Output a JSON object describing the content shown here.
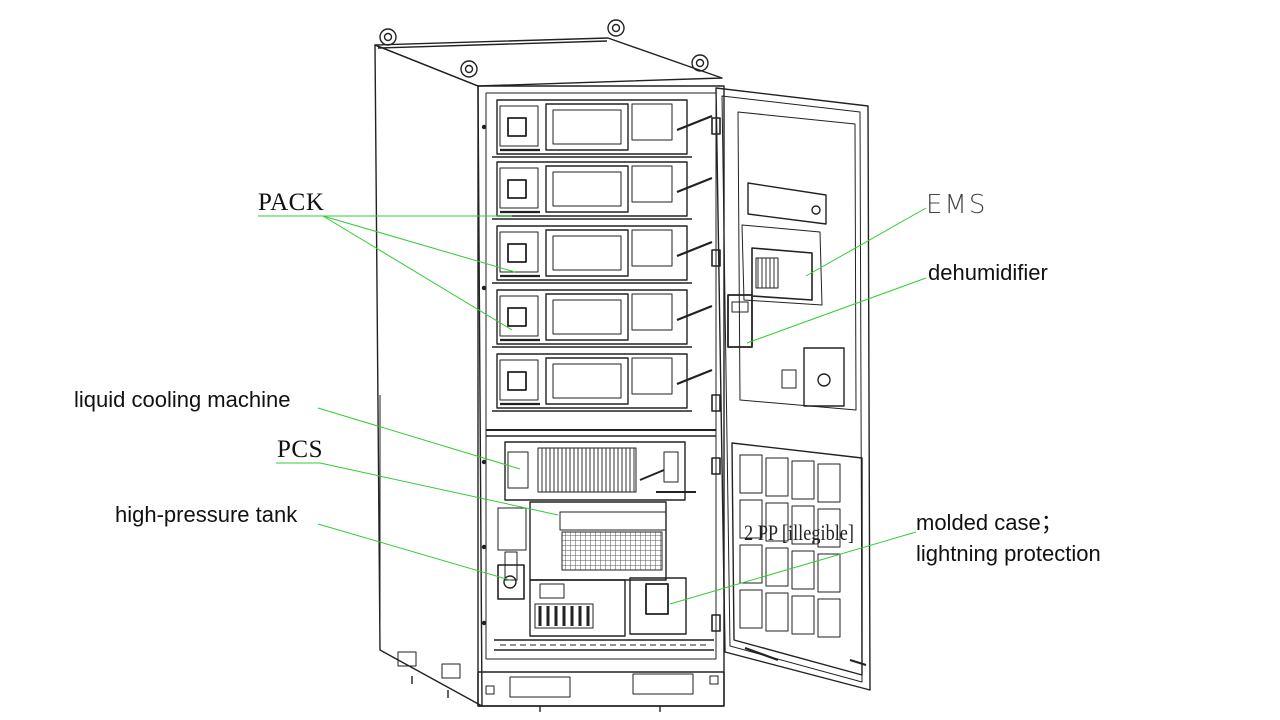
{
  "labels": {
    "pack": "PACK",
    "ems": "EMS",
    "dehumidifier": "dehumidifier",
    "liquid_cooling": "liquid cooling machine",
    "pcs": "PCS",
    "high_pressure_tank": "high-pressure tank",
    "molded_case_line1": "molded case；",
    "molded_case_line2": "lightning protection"
  },
  "door_marking": "2 PP  [illegible]",
  "colors": {
    "leader_line": "#33cc33",
    "drawing_line": "#222222",
    "background": "#ffffff"
  }
}
